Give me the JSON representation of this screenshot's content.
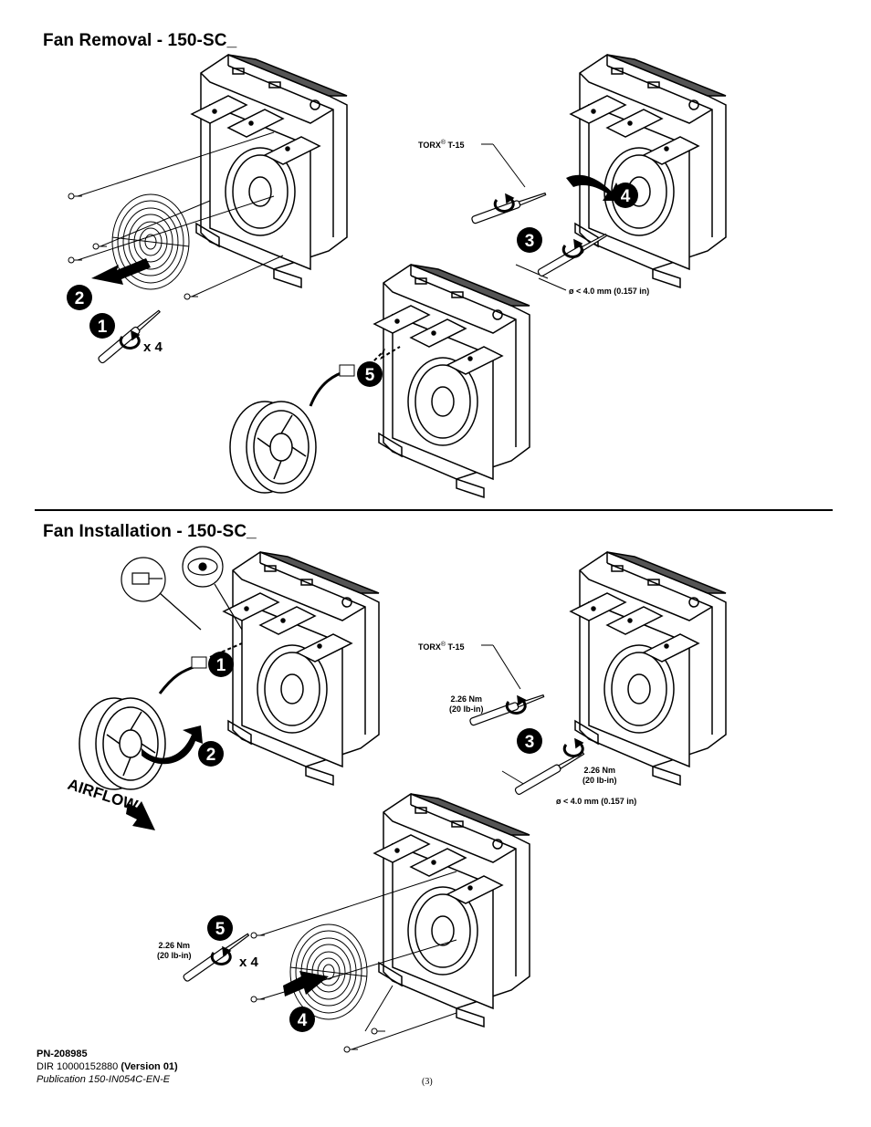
{
  "removal": {
    "title": "Fan Removal - 150-SC_",
    "torx_label": "TORX",
    "torx_reg": "®",
    "torx_size": "T-15",
    "diameter_label": "ø < 4.0 mm (0.157 in)",
    "multiplier": "x 4",
    "steps": [
      "1",
      "2",
      "3",
      "4",
      "5"
    ]
  },
  "installation": {
    "title": "Fan Installation - 150-SC_",
    "torx_label": "TORX",
    "torx_reg": "®",
    "torx_size": "T-15",
    "torque_1": "2.26 Nm",
    "torque_1b": "(20 lb-in)",
    "torque_2": "2.26 Nm",
    "torque_2b": "(20 lb-in)",
    "torque_3": "2.26 Nm",
    "torque_3b": "(20 lb-in)",
    "diameter_label": "ø < 4.0 mm (0.157 in)",
    "multiplier": "x 4",
    "airflow": "AIRFLOW",
    "steps": [
      "1",
      "2",
      "3",
      "4",
      "5"
    ]
  },
  "footer": {
    "part_number": "PN-208985",
    "dir_prefix": "DIR 10000152880",
    "dir_version": "(Version 01)",
    "publication": "Publication 150-IN054C-EN-E",
    "page": "(3)"
  }
}
